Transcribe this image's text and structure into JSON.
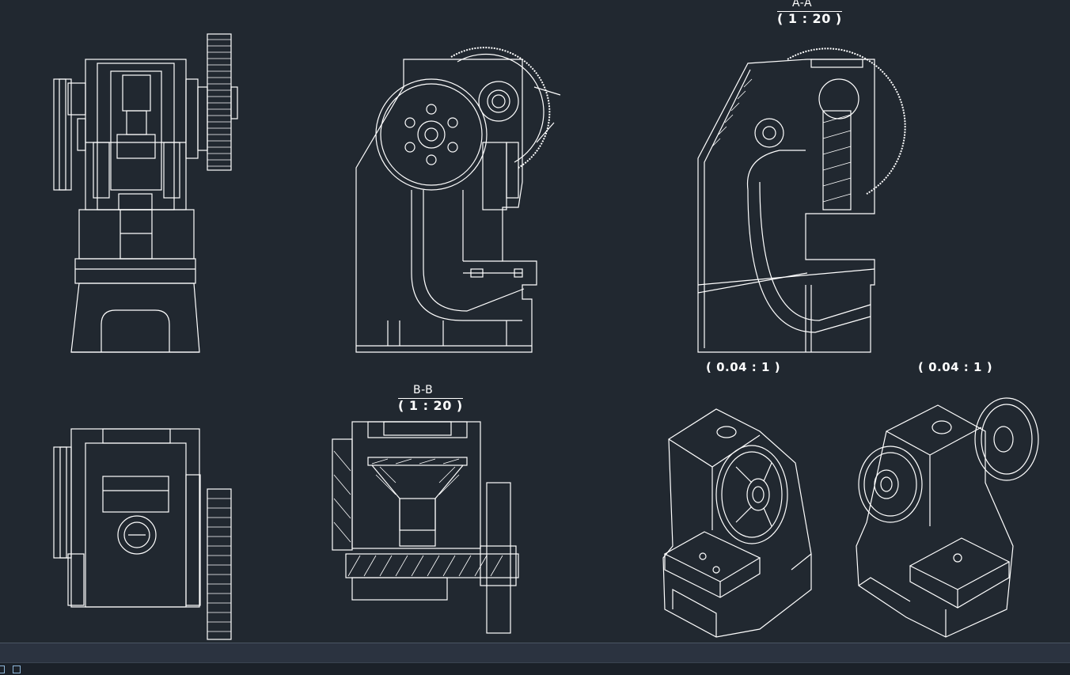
{
  "views": {
    "section_aa": {
      "title": "A-A",
      "scale": "( 1 : 20 )"
    },
    "section_bb": {
      "title": "B-B",
      "scale": "( 1 : 20 )"
    },
    "iso_left": {
      "scale": "( 0.04 : 1 )"
    },
    "iso_right": {
      "scale": "( 0.04 : 1 )"
    }
  },
  "colors": {
    "background": "#212830",
    "line": "#ffffff",
    "accent": "#8fb7d9"
  },
  "statusbar": {
    "icons": [
      "model-space-icon",
      "viewport-icon"
    ]
  }
}
